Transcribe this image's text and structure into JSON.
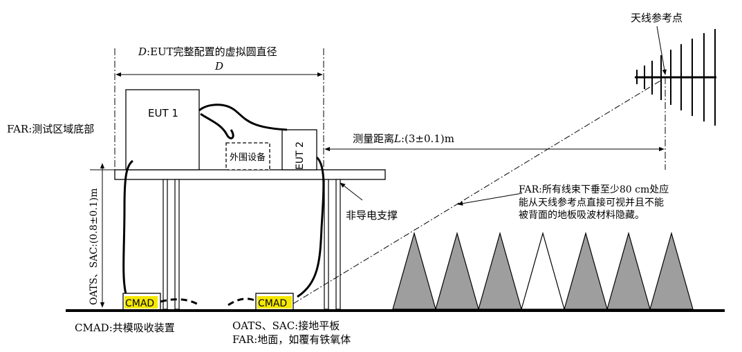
{
  "labels": {
    "d_prefix": "D",
    "d_title": ":EUT完整配置的虚拟圆直径",
    "d_symbol": "D",
    "antenna_ref": "天线参考点",
    "far_floor": "FAR:测试区域底部",
    "eut1": "EUT 1",
    "eut2": "EUT 2",
    "peripheral": "外围设备",
    "distance_prefix": "测量距离",
    "distance_symbol": "L",
    "distance_value": ":(3±0.1)m",
    "height": "OATS、SAC:(0.8±0.1)m",
    "non_conductive": "非导电支撑",
    "far_note_1": "FAR:所有线束下垂至少80 cm处应",
    "far_note_2": "能从天线参考点直接可视并且不能",
    "far_note_3": "被背面的地板吸波材料隐藏。",
    "cmad_left": "CMAD",
    "cmad_right": "CMAD",
    "cmad_desc": "CMAD:共模吸收装置",
    "ground_1": "OATS、SAC:接地平板",
    "ground_2": "FAR:地面，如覆有铁氧体"
  },
  "colors": {
    "cmad_fill": "#f5e800",
    "absorber_fill": "#9e9e9e",
    "line": "#000000"
  }
}
